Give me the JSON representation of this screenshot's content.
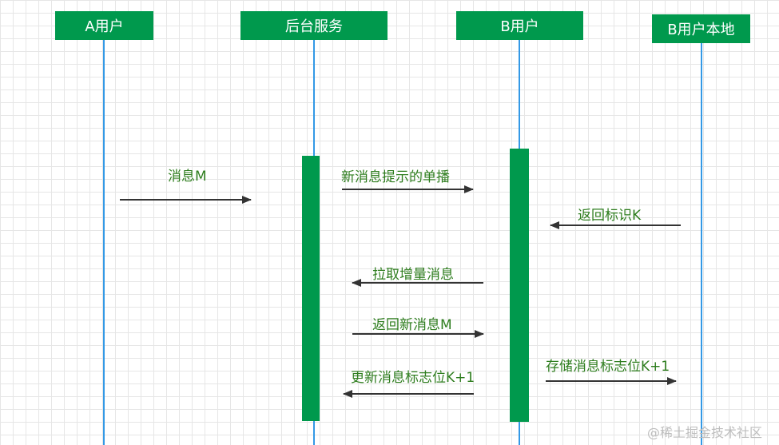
{
  "actors": {
    "a_user": "A用户",
    "backend": "后台服务",
    "b_user": "B用户",
    "b_local": "B用户本地"
  },
  "messages": {
    "msg_m": "消息M",
    "new_msg_unicast": "新消息提示的单播",
    "return_id_k": "返回标识K",
    "pull_incremental": "拉取增量消息",
    "return_new_msg_m": "返回新消息M",
    "store_flag": "存储消息标志位K+1",
    "update_flag": "更新消息标志位K+1"
  },
  "watermark": "@稀土掘金技术社区",
  "colors": {
    "actor_fill": "#00994d",
    "lifeline": "#3399e6",
    "label_text": "#2e7d1e",
    "arrow": "#333333",
    "grid": "#e6e6e6"
  }
}
